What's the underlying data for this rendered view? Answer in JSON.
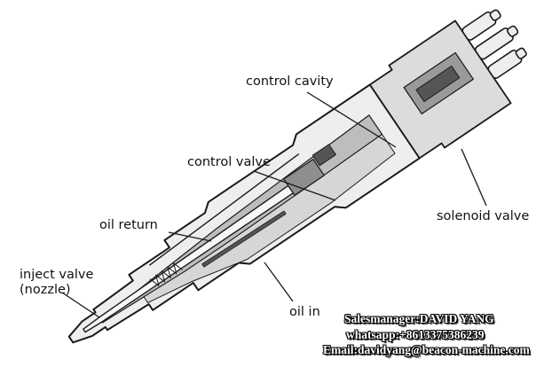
{
  "labels": {
    "control_cavity": "control cavity",
    "control_valve": "control valve",
    "oil_return": "oil return",
    "inject_valve_line1": "inject valve",
    "inject_valve_line2": "(nozzle)",
    "oil_in": "oil in",
    "solenoid_valve": "solenoid valve"
  },
  "watermark": {
    "line1": "Salesmanager:DAVID YANG",
    "line2": "whatsapp:+8613375386239",
    "line3": "Email:davidyang@beacon-machine.com"
  },
  "colors": {
    "outline": "#1a1a1a",
    "body_fill": "#eeeeee",
    "section_fill": "#bdbdbd",
    "dark_fill": "#555555",
    "watermark_text": "#ffffff",
    "watermark_stroke": "#000000"
  }
}
